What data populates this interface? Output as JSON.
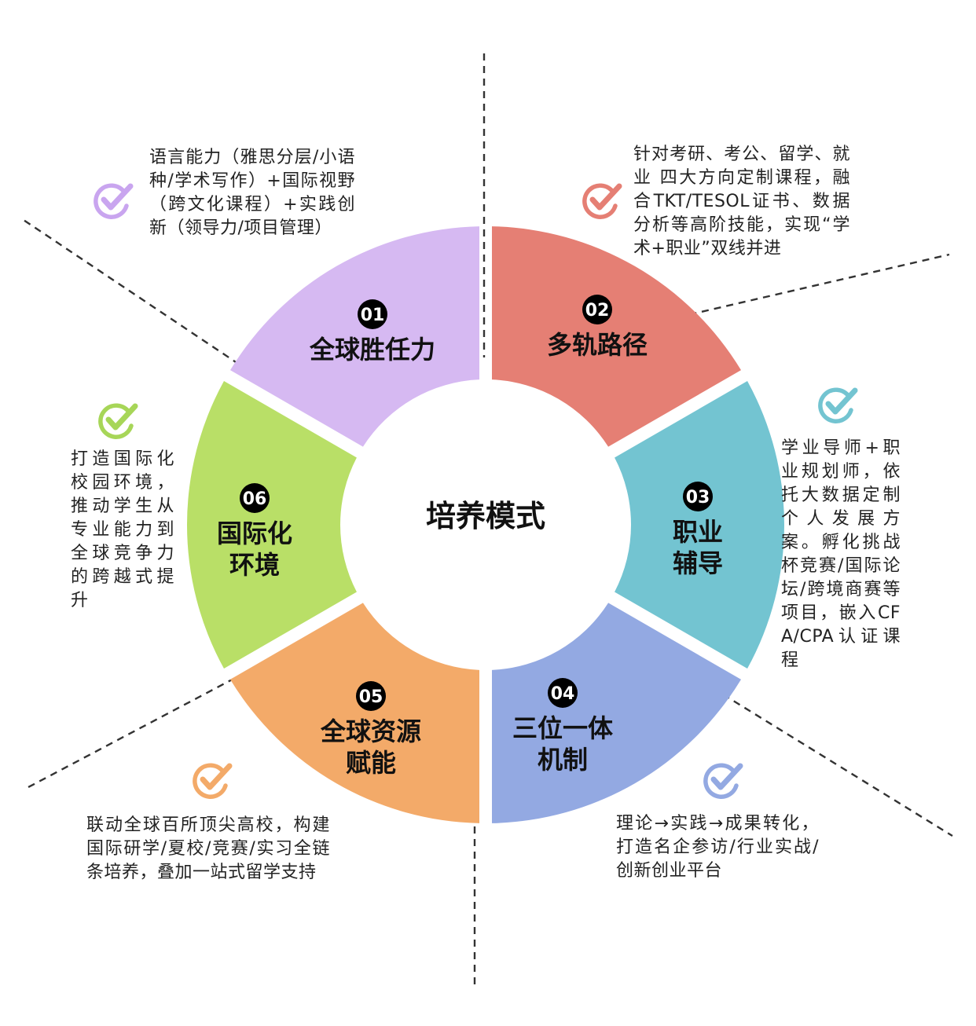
{
  "center_title": "培养模式",
  "segments": [
    {
      "number": "01",
      "title_lines": [
        "全球胜任力"
      ],
      "color": "#d6b9f2",
      "check_color": "#c9a5ef",
      "description": "语言能力（雅思分层/小语种/学术写作）+国际视野（跨文化课程）+实践创新（领导力/项目管理）"
    },
    {
      "number": "02",
      "title_lines": [
        "多轨路径"
      ],
      "color": "#e57f74",
      "check_color": "#e57f74",
      "description": "针对考研、考公、留学、就业 四大方向定制课程，融合TKT/TESOL证书、数据分析等高阶技能，实现“学术+职业”双线并进"
    },
    {
      "number": "03",
      "title_lines": [
        "职业",
        "辅导"
      ],
      "color": "#73c4d1",
      "check_color": "#73c4d1",
      "description": "学业导师+职业规划师，依托大数据定制个人发展方案。孵化挑战杯竞赛/国际论坛/跨境商赛等项目，嵌入CFA/CPA认证课程"
    },
    {
      "number": "04",
      "title_lines": [
        "三位一体",
        "机制"
      ],
      "color": "#93a9e2",
      "check_color": "#93a9e2",
      "description": "理论→实践→成果转化，打造名企参访/行业实战/创新创业平台"
    },
    {
      "number": "05",
      "title_lines": [
        "全球资源",
        "赋能"
      ],
      "color": "#f3aa69",
      "check_color": "#f3aa69",
      "description": "联动全球百所顶尖高校，构建国际研学/夏校/竞赛/实习全链条培养，叠加一站式留学支持"
    },
    {
      "number": "06",
      "title_lines": [
        "国际化",
        "环境"
      ],
      "color": "#b9df67",
      "check_color": "#a7d658",
      "description": "打造国际化校园环境，推动学生从专业能力到全球竞争力的跨越式提升"
    }
  ]
}
